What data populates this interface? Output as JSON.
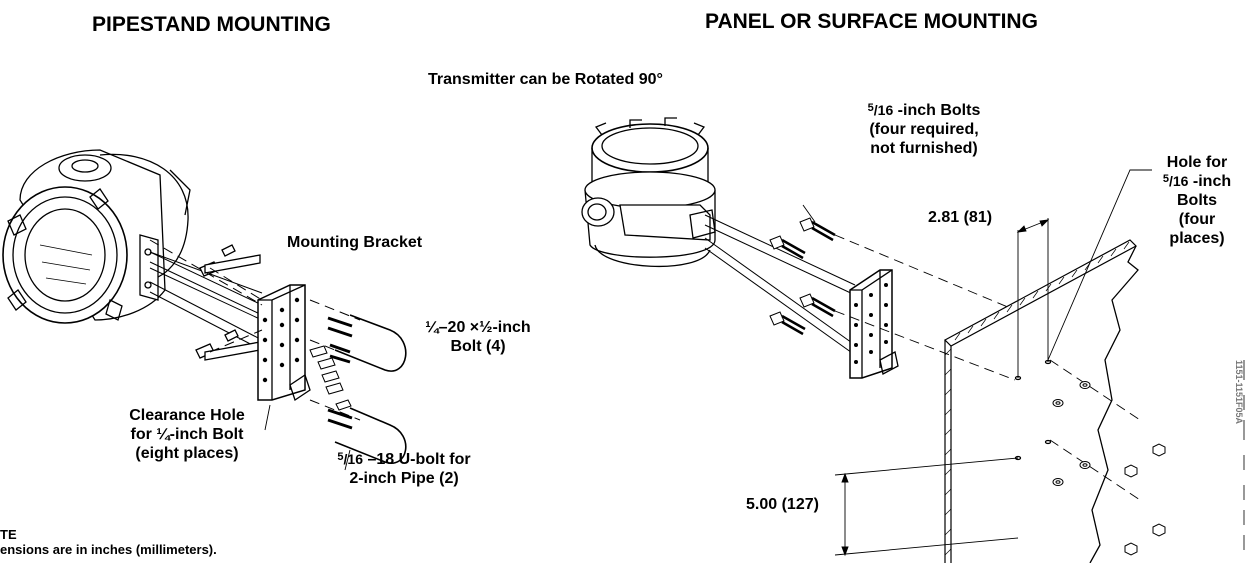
{
  "pipestand": {
    "title": "PIPESTAND MOUNTING",
    "mounting_bracket": "Mounting Bracket",
    "bolt_line1": "¼–20 ×½-inch",
    "bolt_line2": "Bolt (4)",
    "clearance_line1": "Clearance Hole",
    "clearance_line2": "for ¼-inch Bolt",
    "clearance_line3": "(eight places)",
    "ubolt_sup": "5",
    "ubolt_frac": "/16",
    "ubolt_line1": "–18 U-bolt for",
    "ubolt_line2": "2-inch Pipe (2)"
  },
  "note": {
    "heading": "TE",
    "text": "ensions are in inches (millimeters)."
  },
  "panel": {
    "title": "PANEL OR SURFACE MOUNTING",
    "rotated": "Transmitter can be Rotated 90°",
    "bolts_sup": "5",
    "bolts_frac": "/16",
    "bolts_line1": " -inch Bolts",
    "bolts_line2": "(four required,",
    "bolts_line3": "not furnished)",
    "hole_line1": "Hole for",
    "hole_sup": "5",
    "hole_frac": "/16",
    "hole_line2": " -inch",
    "hole_line3": "Bolts",
    "hole_line4": "(four",
    "hole_line5": "places)",
    "dim_top": "2.81 (81)",
    "dim_bottom": "5.00 (127)"
  },
  "side_code": "1151-1151F05A"
}
